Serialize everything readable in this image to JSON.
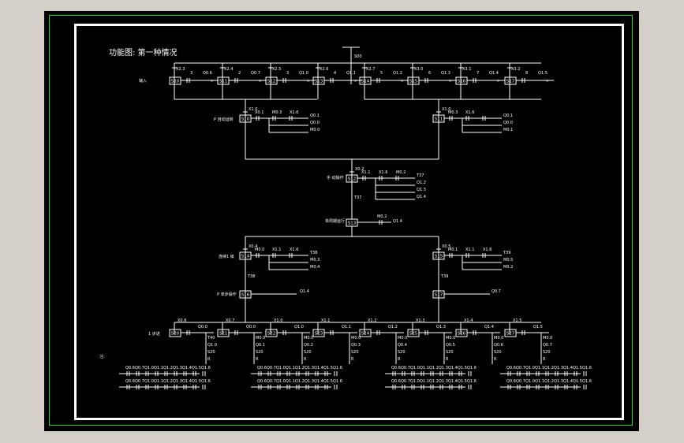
{
  "title": "功能图: 第一种情况",
  "start_step": "S00",
  "colors": {
    "background": "#000000",
    "outer_border": "#1fd11f",
    "inner_border": "#ffffff",
    "app_chrome": "#d4d0c8",
    "lines": "#ffffff"
  },
  "top_steps": [
    {
      "label": "S10",
      "trans": "X2.3",
      "out1": "3",
      "out2": "Q0.6"
    },
    {
      "label": "S11",
      "trans": "X2.4",
      "out1": "2",
      "out2": "Q0.7"
    },
    {
      "label": "S12",
      "trans": "X2.5",
      "out1": "3",
      "out2": "Q1.0"
    },
    {
      "label": "S13",
      "trans": "X2.6",
      "out1": "4",
      "out2": "Q1.1"
    },
    {
      "label": "S14",
      "trans": "X2.7",
      "out1": "5",
      "out2": "Q1.2"
    },
    {
      "label": "S15",
      "trans": "X3.0",
      "out1": "6",
      "out2": "Q1.3"
    },
    {
      "label": "S16",
      "trans": "X3.1",
      "out1": "7",
      "out2": "Q1.4"
    },
    {
      "label": "S17",
      "trans": "X3.2",
      "out1": "8",
      "out2": "Q1.5"
    }
  ],
  "mid_steps": {
    "s10": {
      "label": "S10",
      "trans": "X1.0",
      "c1": "X0.1",
      "c2": "M0.3",
      "c3": "X1.6",
      "coil": "Q0.1",
      "coils": [
        "Q0.0",
        "M0.0"
      ]
    },
    "s11": {
      "label": "S11",
      "trans": "X1.0",
      "c1": "M0.3",
      "c2": "X1.6",
      "coil": "Q0.1",
      "coils": [
        "Q0.0",
        "M0.1"
      ]
    },
    "s12": {
      "label": "S12",
      "trans": "X0.2",
      "c1": "X1.1",
      "c2": "X1.6",
      "c3": "M0.2",
      "coil": "T37",
      "coils": [
        "Q1.2",
        "Q1.3",
        "Q1.4"
      ]
    },
    "s13": {
      "label": "S13",
      "trans": "T37",
      "c1": "M0.2",
      "coil": "Q1.4"
    },
    "s14": {
      "label": "S14",
      "trans": "X0.4",
      "c1": "M0.0",
      "c2": "X1.1",
      "c3": "X1.6",
      "coil": "T38",
      "coils": [
        "M0.3",
        "M0.4"
      ]
    },
    "s15": {
      "label": "S15",
      "trans": "X0.5",
      "c1": "M0.1",
      "c2": "X1.1",
      "c3": "X1.6",
      "coil": "T39",
      "coils": [
        "M0.5",
        "M0.2"
      ]
    },
    "s16": {
      "label": "S16",
      "trans": "T38",
      "coil": "Q1.4"
    },
    "s17": {
      "label": "S17",
      "trans": "T39",
      "coil": "Q0.7"
    }
  },
  "bottom_steps": [
    {
      "label": "S20",
      "trans": "X0.6",
      "c1": "Q0.0",
      "coils": [
        "T40",
        "Q1.0",
        "S20",
        "R"
      ]
    },
    {
      "label": "S21",
      "trans": "X0.7",
      "c1": "Q0.0",
      "coils": [
        "M0.0",
        "Q0.1",
        "S20",
        "R"
      ]
    },
    {
      "label": "S22",
      "trans": "X1.0",
      "c1": "Q1.0",
      "coils": [
        "M0.0",
        "Q0.2",
        "S20",
        "R"
      ]
    },
    {
      "label": "S23",
      "trans": "X1.1",
      "c1": "Q1.1",
      "coils": [
        "M0.0",
        "Q0.3",
        "S20",
        "R"
      ]
    },
    {
      "label": "S24",
      "trans": "X1.2",
      "c1": "Q1.2",
      "coils": [
        "M0.0",
        "Q0.4",
        "S20",
        "R"
      ]
    },
    {
      "label": "S25",
      "trans": "X1.3",
      "c1": "Q1.3",
      "coils": [
        "M0.0",
        "Q0.5",
        "S20",
        "R"
      ]
    },
    {
      "label": "S26",
      "trans": "X1.4",
      "c1": "Q1.4",
      "coils": [
        "M0.0",
        "Q0.6",
        "S20",
        "R"
      ]
    },
    {
      "label": "S27",
      "trans": "X1.5",
      "c1": "Q1.5",
      "coils": [
        "M0.0",
        "Q0.7",
        "S20",
        "R"
      ]
    }
  ],
  "bottom_row_labels": [
    "Q0.6",
    "Q0.7",
    "Q1.0",
    "Q1.1",
    "Q1.2",
    "Q1.3",
    "Q1.4",
    "Q1.5",
    "Q1.6"
  ],
  "small_labels": {
    "left_top": "输入",
    "s10_side": "P 自动运转",
    "s12_side": "手 动操作",
    "s13_side": "单周期运行",
    "s14_side": "连续1 级",
    "s16_side": "P 单步操作",
    "bottom_side": "1 步进",
    "note": "注:"
  }
}
